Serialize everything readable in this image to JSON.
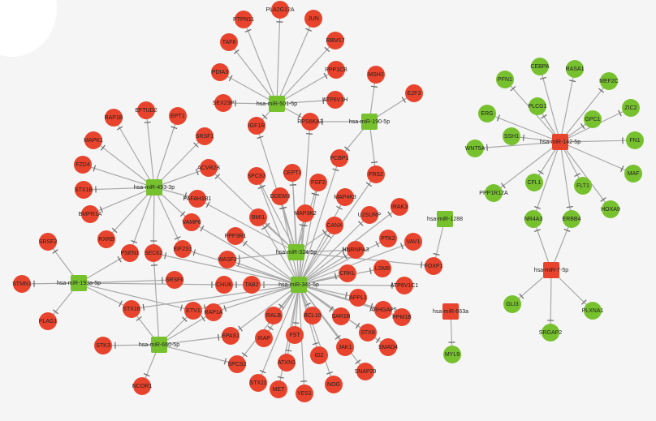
{
  "colors": {
    "gene_red": "#e8432c",
    "green": "#77c12e",
    "edge": "#a8a8a8",
    "background": "#f5f5f5"
  },
  "nodes": [
    {
      "id": "hsa-miR-501-5p",
      "type": "mirna",
      "color": "green"
    },
    {
      "id": "hsa-miR-190-5p",
      "type": "mirna",
      "color": "green"
    },
    {
      "id": "hsa-miR-493-3p",
      "type": "mirna",
      "color": "green"
    },
    {
      "id": "hsa-miR-324-5p",
      "type": "mirna",
      "color": "green"
    },
    {
      "id": "hsa-miR-34c-5p",
      "type": "mirna",
      "color": "green"
    },
    {
      "id": "hsa-miR-1288",
      "type": "mirna",
      "color": "green"
    },
    {
      "id": "hsa-miR-193a-5p",
      "type": "mirna",
      "color": "green"
    },
    {
      "id": "hsa-miR-660-5p",
      "type": "mirna",
      "color": "green"
    },
    {
      "id": "hsa-miR-142-5p",
      "type": "mirna",
      "color": "gene_red"
    },
    {
      "id": "hsa-miR-7-5p",
      "type": "mirna",
      "color": "gene_red"
    },
    {
      "id": "hsa-miR-663a",
      "type": "mirna",
      "color": "gene_red"
    },
    {
      "id": "PTPN11",
      "type": "gene",
      "color": "gene_red"
    },
    {
      "id": "PLA2G12A",
      "type": "gene",
      "color": "gene_red"
    },
    {
      "id": "JUN",
      "type": "gene",
      "color": "gene_red"
    },
    {
      "id": "TAF8",
      "type": "gene",
      "color": "gene_red"
    },
    {
      "id": "RBM17",
      "type": "gene",
      "color": "gene_red"
    },
    {
      "id": "PDIA3",
      "type": "gene",
      "color": "gene_red"
    },
    {
      "id": "PPP1CB",
      "type": "gene",
      "color": "gene_red"
    },
    {
      "id": "SEX23P",
      "type": "gene",
      "color": "gene_red"
    },
    {
      "id": "ATP6V1H",
      "type": "gene",
      "color": "gene_red"
    },
    {
      "id": "IGF1R",
      "type": "gene",
      "color": "gene_red"
    },
    {
      "id": "RPS6KA3",
      "type": "gene",
      "color": "gene_red"
    },
    {
      "id": "MSH2",
      "type": "gene",
      "color": "gene_red"
    },
    {
      "id": "E2F3",
      "type": "gene",
      "color": "gene_red"
    },
    {
      "id": "PCBP1",
      "type": "gene",
      "color": "gene_red"
    },
    {
      "id": "FRS2",
      "type": "gene",
      "color": "gene_red"
    },
    {
      "id": "RAP1B",
      "type": "gene",
      "color": "gene_red"
    },
    {
      "id": "EFTUD2",
      "type": "gene",
      "color": "gene_red"
    },
    {
      "id": "EPT1",
      "type": "gene",
      "color": "gene_red"
    },
    {
      "id": "MAPK1",
      "type": "gene",
      "color": "gene_red"
    },
    {
      "id": "SRSF1",
      "type": "gene",
      "color": "gene_red"
    },
    {
      "id": "FZD4",
      "type": "gene",
      "color": "gene_red"
    },
    {
      "id": "ACVR2B",
      "type": "gene",
      "color": "gene_red"
    },
    {
      "id": "STX1B",
      "type": "gene",
      "color": "gene_red"
    },
    {
      "id": "PAFAH1B1",
      "type": "gene",
      "color": "gene_red"
    },
    {
      "id": "BMPR1A",
      "type": "gene",
      "color": "gene_red"
    },
    {
      "id": "VAMP6",
      "type": "gene",
      "color": "gene_red"
    },
    {
      "id": "RXRB",
      "type": "gene",
      "color": "gene_red"
    },
    {
      "id": "PSEN1",
      "type": "gene",
      "color": "gene_red"
    },
    {
      "id": "SEC62",
      "type": "gene",
      "color": "gene_red"
    },
    {
      "id": "EIF2S1",
      "type": "gene",
      "color": "gene_red"
    },
    {
      "id": "SRSF2",
      "type": "gene",
      "color": "gene_red"
    },
    {
      "id": "STMN1",
      "type": "gene",
      "color": "gene_red"
    },
    {
      "id": "PLAG1",
      "type": "gene",
      "color": "gene_red"
    },
    {
      "id": "SRSF6",
      "type": "gene",
      "color": "gene_red"
    },
    {
      "id": "STX16",
      "type": "gene",
      "color": "gene_red"
    },
    {
      "id": "ETV1",
      "type": "gene",
      "color": "gene_red"
    },
    {
      "id": "STK3",
      "type": "gene",
      "color": "gene_red"
    },
    {
      "id": "NCOR1",
      "type": "gene",
      "color": "gene_red"
    },
    {
      "id": "EPAS1",
      "type": "gene",
      "color": "gene_red"
    },
    {
      "id": "SPCS2",
      "type": "gene",
      "color": "gene_red"
    },
    {
      "id": "SPCS3",
      "type": "gene",
      "color": "gene_red"
    },
    {
      "id": "CEPT1",
      "type": "gene",
      "color": "gene_red"
    },
    {
      "id": "FGF2",
      "type": "gene",
      "color": "gene_red"
    },
    {
      "id": "DDEM3",
      "type": "gene",
      "color": "gene_red"
    },
    {
      "id": "BMI1",
      "type": "gene",
      "color": "gene_red"
    },
    {
      "id": "MAP3K2",
      "type": "gene",
      "color": "gene_red"
    },
    {
      "id": "MAP4K3",
      "type": "gene",
      "color": "gene_red"
    },
    {
      "id": "PPP3R1",
      "type": "gene",
      "color": "gene_red"
    },
    {
      "id": "U2SURP",
      "type": "gene",
      "color": "gene_red"
    },
    {
      "id": "CANX",
      "type": "gene",
      "color": "gene_red"
    },
    {
      "id": "IRAK3",
      "type": "gene",
      "color": "gene_red"
    },
    {
      "id": "HNRNPA3",
      "type": "gene",
      "color": "gene_red"
    },
    {
      "id": "PTK2",
      "type": "gene",
      "color": "gene_red"
    },
    {
      "id": "VAV1",
      "type": "gene",
      "color": "gene_red"
    },
    {
      "id": "WASF2",
      "type": "gene",
      "color": "gene_red"
    },
    {
      "id": "FOXP1",
      "type": "gene",
      "color": "gene_red"
    },
    {
      "id": "LSM8",
      "type": "gene",
      "color": "gene_red"
    },
    {
      "id": "CRKL",
      "type": "gene",
      "color": "gene_red"
    },
    {
      "id": "CHUK",
      "type": "gene",
      "color": "gene_red"
    },
    {
      "id": "TAB2",
      "type": "gene",
      "color": "gene_red"
    },
    {
      "id": "ATP6V1C1",
      "type": "gene",
      "color": "gene_red"
    },
    {
      "id": "APPL1",
      "type": "gene",
      "color": "gene_red"
    },
    {
      "id": "ARHGAP5",
      "type": "gene",
      "color": "gene_red"
    },
    {
      "id": "PPM1B",
      "type": "gene",
      "color": "gene_red"
    },
    {
      "id": "RAP1A",
      "type": "gene",
      "color": "gene_red"
    },
    {
      "id": "RALB",
      "type": "gene",
      "color": "gene_red"
    },
    {
      "id": "BCL10",
      "type": "gene",
      "color": "gene_red"
    },
    {
      "id": "SAR1B",
      "type": "gene",
      "color": "gene_red"
    },
    {
      "id": "STX8",
      "type": "gene",
      "color": "gene_red"
    },
    {
      "id": "SMAD4",
      "type": "gene",
      "color": "gene_red"
    },
    {
      "id": "XIAP",
      "type": "gene",
      "color": "gene_red"
    },
    {
      "id": "FST",
      "type": "gene",
      "color": "gene_red"
    },
    {
      "id": "ID2",
      "type": "gene",
      "color": "gene_red"
    },
    {
      "id": "JAK1",
      "type": "gene",
      "color": "gene_red"
    },
    {
      "id": "ATXN1",
      "type": "gene",
      "color": "gene_red"
    },
    {
      "id": "SNAP29",
      "type": "gene",
      "color": "gene_red"
    },
    {
      "id": "STX11",
      "type": "gene",
      "color": "gene_red"
    },
    {
      "id": "MET",
      "type": "gene",
      "color": "gene_red"
    },
    {
      "id": "YES1",
      "type": "gene",
      "color": "gene_red"
    },
    {
      "id": "NOG",
      "type": "gene",
      "color": "gene_red"
    },
    {
      "id": "PFN1",
      "type": "gene",
      "color": "green"
    },
    {
      "id": "CEBPA",
      "type": "gene",
      "color": "green"
    },
    {
      "id": "RASA1",
      "type": "gene",
      "color": "green"
    },
    {
      "id": "MEF2C",
      "type": "gene",
      "color": "green"
    },
    {
      "id": "ERG",
      "type": "gene",
      "color": "green"
    },
    {
      "id": "PLCG1",
      "type": "gene",
      "color": "green"
    },
    {
      "id": "GPC1",
      "type": "gene",
      "color": "green"
    },
    {
      "id": "ZIC2",
      "type": "gene",
      "color": "green"
    },
    {
      "id": "SSH1",
      "type": "gene",
      "color": "green"
    },
    {
      "id": "FN1",
      "type": "gene",
      "color": "green"
    },
    {
      "id": "WNT5A",
      "type": "gene",
      "color": "green"
    },
    {
      "id": "MAF",
      "type": "gene",
      "color": "green"
    },
    {
      "id": "PPP1R12A",
      "type": "gene",
      "color": "green"
    },
    {
      "id": "CFL1",
      "type": "gene",
      "color": "green"
    },
    {
      "id": "FLT1",
      "type": "gene",
      "color": "green"
    },
    {
      "id": "HOXA9",
      "type": "gene",
      "color": "green"
    },
    {
      "id": "NR4A3",
      "type": "gene",
      "color": "green"
    },
    {
      "id": "ERBB4",
      "type": "gene",
      "color": "green"
    },
    {
      "id": "GLI3",
      "type": "gene",
      "color": "green"
    },
    {
      "id": "SRGAP2",
      "type": "gene",
      "color": "green"
    },
    {
      "id": "PLXNA1",
      "type": "gene",
      "color": "green"
    },
    {
      "id": "MYL9",
      "type": "gene",
      "color": "green"
    }
  ],
  "edges": {
    "hsa-miR-501-5p": [
      "PTPN11",
      "PLA2G12A",
      "JUN",
      "TAF8",
      "RBM17",
      "PDIA3",
      "PPP1CB",
      "SEX23P",
      "ATP6V1H",
      "IGF1R",
      "RPS6KA3"
    ],
    "hsa-miR-190-5p": [
      "MSH2",
      "E2F3",
      "RPS6KA3",
      "PCBP1",
      "FRS2"
    ],
    "hsa-miR-493-3p": [
      "RAP1B",
      "EFTUD2",
      "EPT1",
      "MAPK1",
      "SRSF1",
      "FZD4",
      "ACVR2B",
      "STX1B",
      "PAFAH1B1",
      "BMPR1A",
      "VAMP6",
      "RXRB",
      "PSEN1",
      "SEC62",
      "EIF2S1"
    ],
    "hsa-miR-193a-5p": [
      "SRSF2",
      "STMN1",
      "PLAG1",
      "PSEN1",
      "SRSF6",
      "STX16",
      "ETV1",
      "CHUK"
    ],
    "hsa-miR-660-5p": [
      "STK3",
      "NCOR1",
      "SEC62",
      "STX16",
      "ETV1",
      "RAP1A",
      "EPAS1",
      "SPCS2"
    ],
    "hsa-miR-324-5p": [
      "SPCS3",
      "CEPT1",
      "FGF2",
      "DDEM3",
      "BMI1",
      "MAP3K2",
      "CANX",
      "HNRNPA3",
      "FOXP1",
      "WASF2",
      "ACVR2B",
      "PAFAH1B1",
      "IGF1R"
    ],
    "hsa-miR-34c-5p": [
      "RPS6KA3",
      "PCBP1",
      "FRS2",
      "MAP4K3",
      "U2SURP",
      "IRAK3",
      "PTK2",
      "VAV1",
      "LSM8",
      "CRKL",
      "ATP6V1C1",
      "APPL1",
      "ARHGAP5",
      "PPM1B",
      "SMAD4",
      "STX8",
      "SAR1B",
      "SNAP29",
      "JAK1",
      "BCL10",
      "ID2",
      "NOG",
      "FST",
      "YES1",
      "MET",
      "ATXN1",
      "STX11",
      "XIAP",
      "RALB",
      "SPCS2",
      "EPAS1",
      "RAP1A",
      "ETV1",
      "STX16",
      "TAB2",
      "CHUK",
      "WASF2",
      "PPP3R1",
      "VAMP6",
      "EIF2S1",
      "SEC62",
      "BMI1",
      "SPCS3",
      "DDEM3",
      "MAP3K2",
      "CEPT1",
      "FGF2",
      "CANX",
      "HNRNPA3"
    ],
    "hsa-miR-1288": [
      "FOXP1"
    ],
    "hsa-miR-142-5p": [
      "PFN1",
      "CEBPA",
      "RASA1",
      "MEF2C",
      "ERG",
      "PLCG1",
      "GPC1",
      "ZIC2",
      "SSH1",
      "FN1",
      "WNT5A",
      "MAF",
      "PPP1R12A",
      "CFL1",
      "FLT1",
      "HOXA9",
      "NR4A3",
      "ERBB4"
    ],
    "hsa-miR-7-5p": [
      "NR4A3",
      "ERBB4",
      "GLI3",
      "SRGAP2",
      "PLXNA1"
    ],
    "hsa-miR-663a": [
      "MYL9"
    ]
  }
}
